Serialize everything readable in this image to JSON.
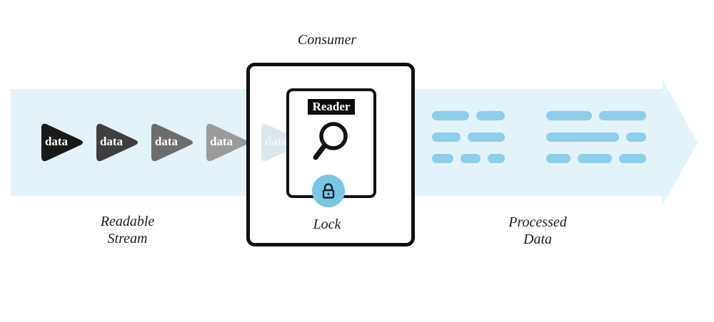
{
  "flow_arrow": {
    "fill": "#e4f2fa"
  },
  "readable_stream": {
    "caption_lines": [
      "Readable",
      "Stream"
    ],
    "chunks": [
      {
        "label": "data",
        "fill": "#191919",
        "text_color": "#ffffff"
      },
      {
        "label": "data",
        "fill": "#3f3f3f",
        "text_color": "#ffffff"
      },
      {
        "label": "data",
        "fill": "#6d6d6d",
        "text_color": "#ffffff"
      },
      {
        "label": "data",
        "fill": "#9b9b9b",
        "text_color": "#ffffff"
      },
      {
        "label": "data",
        "fill": "#dce7ed",
        "text_color": "#f2f7fa"
      }
    ]
  },
  "consumer": {
    "caption": "Consumer",
    "reader": {
      "label": "Reader",
      "label_bg": "#0c0c0c",
      "label_color": "#ffffff",
      "icon": "magnifier-icon"
    },
    "lock": {
      "caption": "Lock",
      "circle_fill": "#79c5e4",
      "icon_color": "#182733",
      "icon": "lock-icon"
    }
  },
  "processed_data": {
    "caption_lines": [
      "Processed",
      "Data"
    ],
    "bar_fill": "#8cceec",
    "groups": [
      {
        "rows": [
          [
            52,
            40
          ],
          [
            40,
            52
          ],
          [
            30,
            28,
            24
          ]
        ]
      },
      {
        "rows": [
          [
            64,
            66
          ],
          [
            102,
            28
          ],
          [
            34,
            48,
            38
          ]
        ]
      }
    ]
  }
}
